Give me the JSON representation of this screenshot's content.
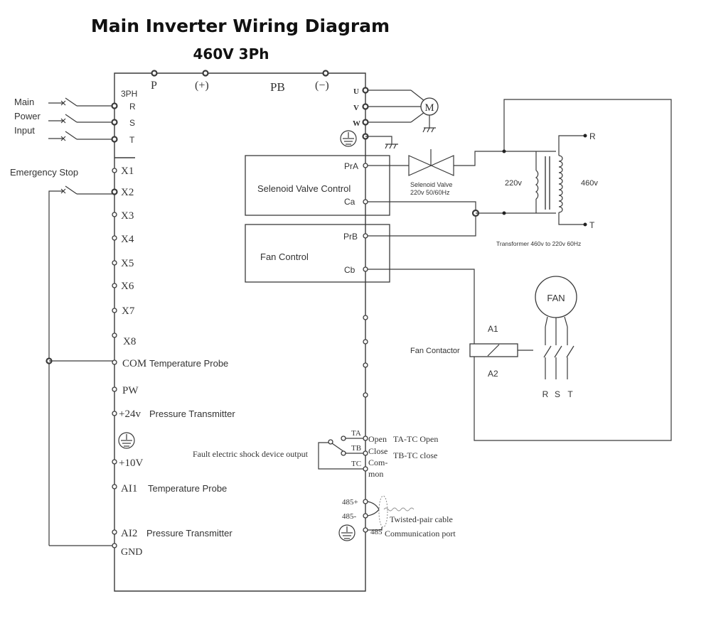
{
  "title": "Main Inverter  Wiring Diagram",
  "subtitle": "460V 3Ph",
  "top_terminals": {
    "p": "P",
    "plus": "(+)",
    "pb": "PB",
    "minus": "(−)"
  },
  "power_input": {
    "label_lines": [
      "Main",
      "Power",
      "Input"
    ],
    "phase_label": "3PH",
    "terminals": [
      "R",
      "S",
      "T"
    ]
  },
  "emergency_stop": "Emergency Stop",
  "digital_inputs": [
    "X1",
    "X2",
    "X3",
    "X4",
    "X5",
    "X6",
    "X7",
    "X8"
  ],
  "left_terminals": {
    "com": "COM",
    "com_note": "Temperature Probe",
    "pw": "PW",
    "v24": "+24v",
    "v24_note": "Pressure Transmitter",
    "v10": "+10V",
    "ai1": "AI1",
    "ai1_note": "Temperature Probe",
    "ai2": "AI2",
    "ai2_note": "Pressure Transmitter",
    "gnd": "GND"
  },
  "motor_outputs": {
    "u": "U",
    "v": "V",
    "w": "W",
    "motor": "M"
  },
  "solenoid_box": {
    "title": "Selenoid Valve Control",
    "pra": "PrA",
    "ca": "Ca"
  },
  "fan_box": {
    "title": "Fan Control",
    "prb": "PrB",
    "cb": "Cb"
  },
  "solenoid_valve": {
    "line1": "Selenoid Valve",
    "line2": "220v 50/60Hz"
  },
  "transformer": {
    "primary": "220v",
    "secondary": "460v",
    "r": "R",
    "t": "T",
    "caption": "Transformer 460v to 220v 60Hz"
  },
  "fan": {
    "label": "FAN",
    "contactor": "Fan Contactor",
    "a1": "A1",
    "a2": "A2",
    "phases": [
      "R",
      "S",
      "T"
    ]
  },
  "relay": {
    "description": "Fault electric shock device output",
    "ta": "TA",
    "tb": "TB",
    "tc": "TC",
    "open": "Open",
    "close": "Close",
    "com1": "Com-",
    "com2": "mon",
    "ta_tc": "TA-TC  Open",
    "tb_tc": "TB-TC  close"
  },
  "rs485": {
    "plus": "485+",
    "minus": "485-",
    "cable": "Twisted-pair cable",
    "port_num": "485",
    "port": "Communication port"
  }
}
